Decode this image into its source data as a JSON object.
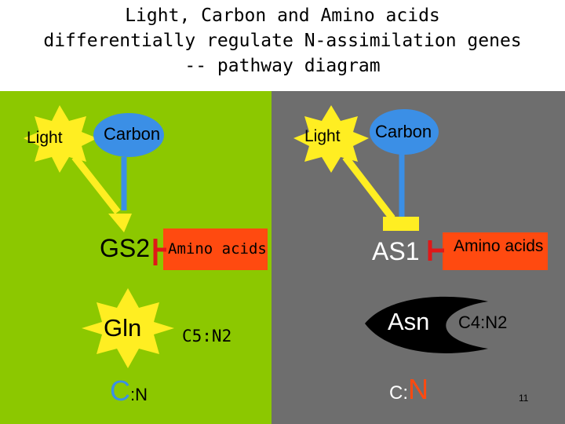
{
  "title": {
    "line1": "Light, Carbon and Amino acids",
    "line2": "differentially regulate N-assimilation genes",
    "line3": "-- pathway diagram"
  },
  "left": {
    "light": "Light",
    "carbon": "Carbon",
    "gene": "GS2",
    "amino": "Amino acids",
    "product": "Gln",
    "ratio": "C5:N2",
    "cn_c": "C",
    "cn_rest": ":N"
  },
  "right": {
    "light": "Light",
    "carbon": "Carbon",
    "gene": "AS1",
    "amino": "Amino acids",
    "product": "Asn",
    "ratio": "C4:N2",
    "cn_rest": "C:",
    "cn_n": "N"
  },
  "page_number": "11",
  "colors": {
    "left_panel": "#8cc800",
    "right_panel": "#6e6e6e",
    "sun": "#ffee22",
    "carbon": "#3b8fe6",
    "amino_box": "#ff4a10",
    "inhibitor": "#e01818"
  }
}
